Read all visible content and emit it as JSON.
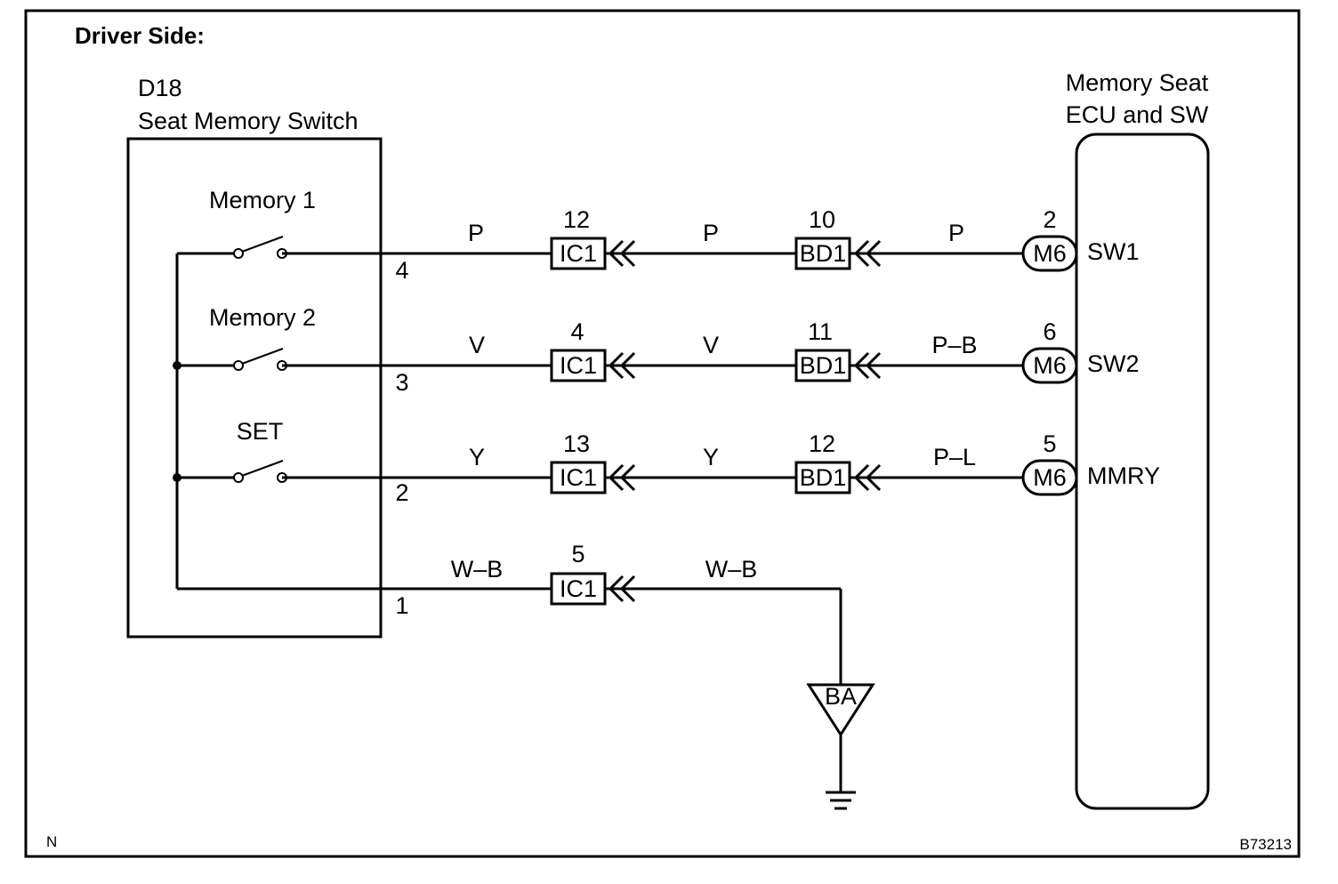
{
  "diagram": {
    "title": "Driver Side:",
    "corner_left": "N",
    "corner_right": "B73213",
    "switch_component": {
      "code": "D18",
      "name": "Seat Memory Switch",
      "switches": [
        "Memory 1",
        "Memory 2",
        "SET"
      ]
    },
    "ecu_component": {
      "name_line1": "Memory Seat",
      "name_line2": "ECU and SW"
    },
    "circuits": [
      {
        "pin": "4",
        "wire1": "P",
        "ic_pin": "12",
        "ic": "IC1",
        "wire2": "P",
        "bd_pin": "10",
        "bd": "BD1",
        "wire3": "P",
        "m_pin": "2",
        "m": "M6",
        "signal": "SW1"
      },
      {
        "pin": "3",
        "wire1": "V",
        "ic_pin": "4",
        "ic": "IC1",
        "wire2": "V",
        "bd_pin": "11",
        "bd": "BD1",
        "wire3": "P–B",
        "m_pin": "6",
        "m": "M6",
        "signal": "SW2"
      },
      {
        "pin": "2",
        "wire1": "Y",
        "ic_pin": "13",
        "ic": "IC1",
        "wire2": "Y",
        "bd_pin": "12",
        "bd": "BD1",
        "wire3": "P–L",
        "m_pin": "5",
        "m": "M6",
        "signal": "MMRY"
      }
    ],
    "ground_circuit": {
      "pin": "1",
      "wire1": "W–B",
      "ic_pin": "5",
      "ic": "IC1",
      "wire2": "W–B",
      "ground_point": "BA"
    }
  }
}
